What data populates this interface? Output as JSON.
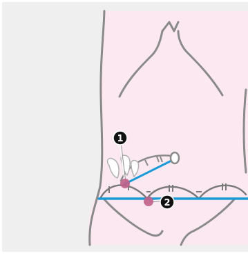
{
  "colors": {
    "panel_background": "#efefef",
    "skin": "#fbe8f0",
    "outline": "#8a8a8a",
    "incision_line": "#1a9ad6",
    "trocar_site": "#c0608a",
    "marker": "#111111",
    "marker_text": "#ffffff"
  },
  "markers": [
    {
      "label": "1"
    },
    {
      "label": "2"
    }
  ],
  "icons": {
    "torso": "torso-outline",
    "marker": "filled-circle-number",
    "instrument": "laparoscopic-grasper"
  }
}
